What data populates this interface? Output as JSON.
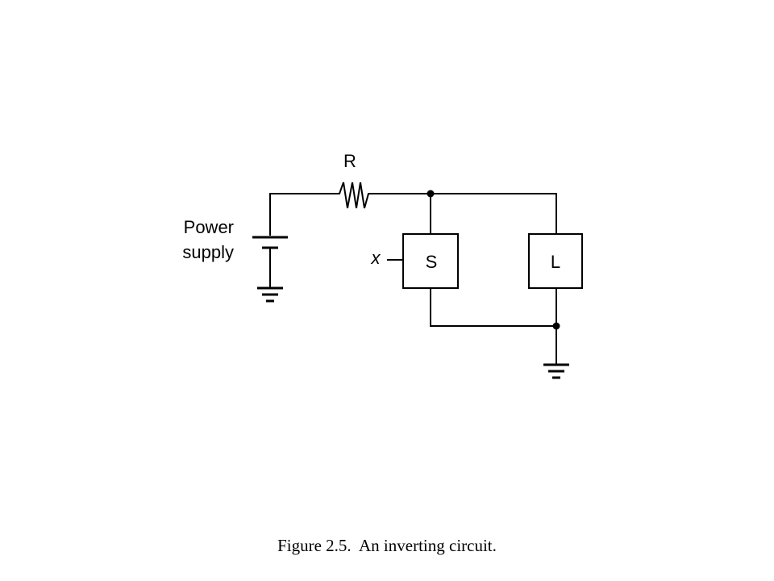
{
  "diagram": {
    "resistor_label": "R",
    "power_supply_label_line1": "Power",
    "power_supply_label_line2": "supply",
    "input_label": "x",
    "switch_label": "S",
    "load_label": "L"
  },
  "caption": "Figure 2.5.  An inverting circuit."
}
